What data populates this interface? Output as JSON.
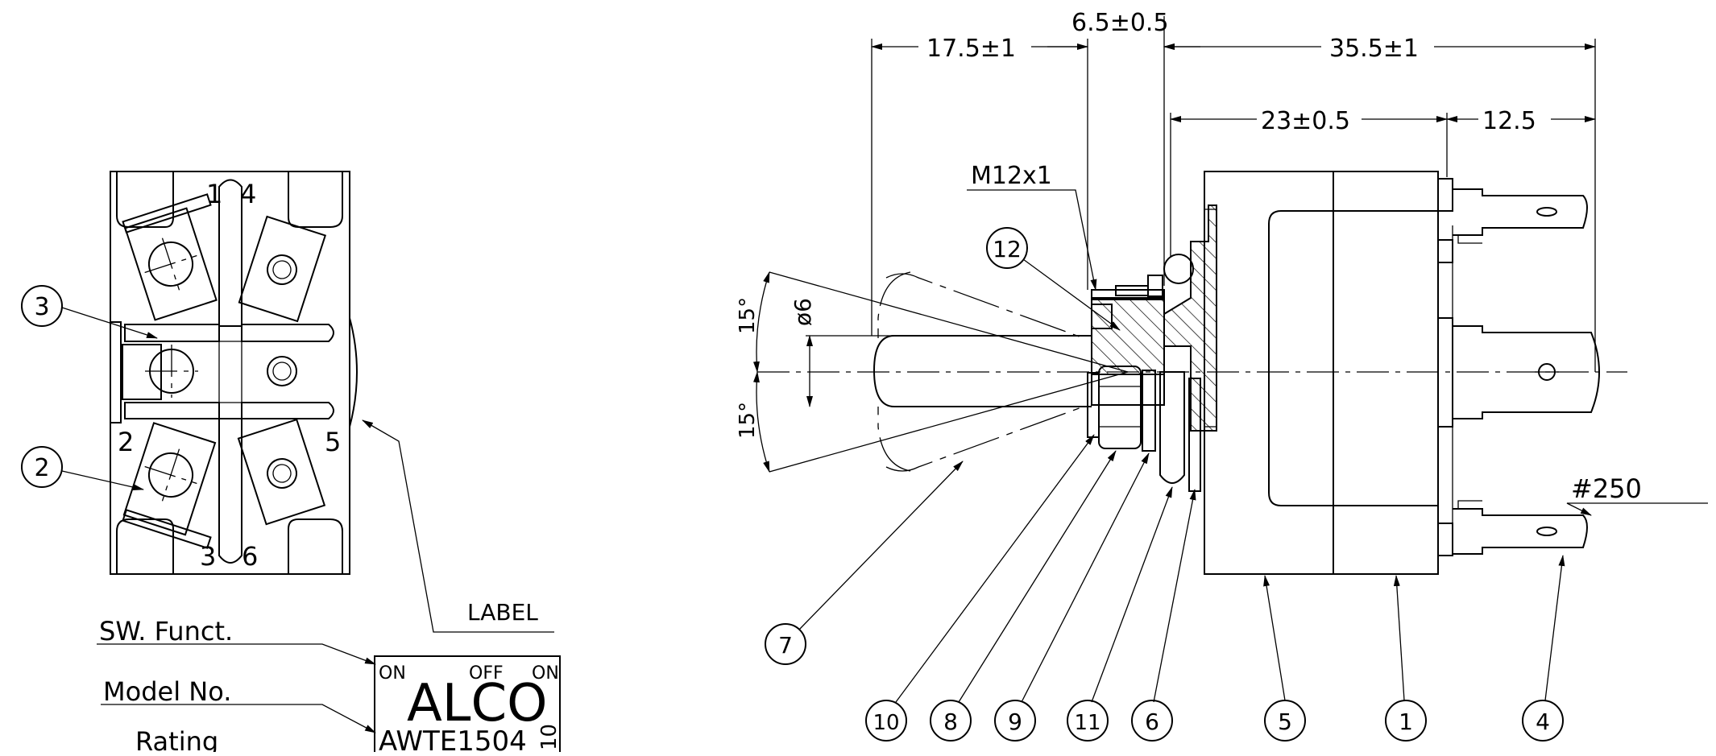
{
  "callouts": [
    "1",
    "2",
    "3",
    "4",
    "5",
    "6",
    "7",
    "8",
    "9",
    "10",
    "11",
    "12"
  ],
  "terminals": [
    "1",
    "4",
    "2",
    "5",
    "3",
    "6"
  ],
  "dimensions": {
    "d_17_5": "17.5±1",
    "d_6_5": "6.5±0.5",
    "d_35_5": "35.5±1",
    "d_23": "23±0.5",
    "d_12_5": "12.5",
    "thread": "M12x1",
    "diameter": "ø6",
    "angle_up": "15°",
    "angle_down": "15°",
    "terminal_size": "#250"
  },
  "notes": {
    "label": "LABEL",
    "sw_funct": "SW. Funct.",
    "model_no": "Model No.",
    "rating": "Rating"
  },
  "label_plate": {
    "on_left": "ON",
    "off": "OFF",
    "on_right": "ON",
    "brand": "ALCO",
    "model": "AWTE1504",
    "side": "10"
  }
}
